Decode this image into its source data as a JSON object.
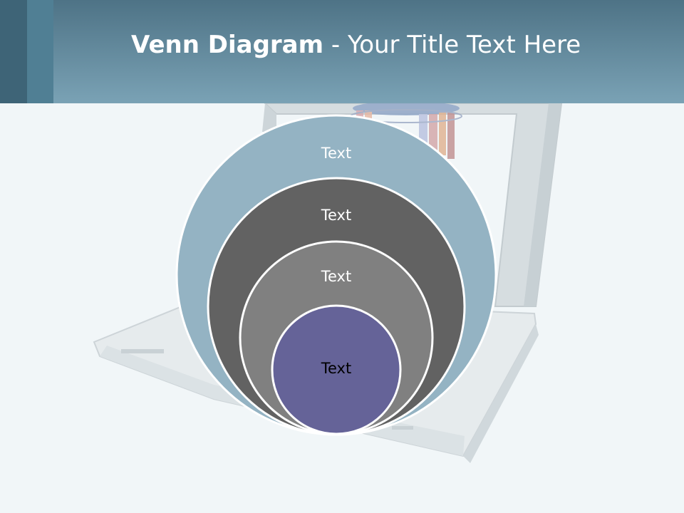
{
  "slide": {
    "title_bold": "Venn Diagram",
    "title_rest": " - Your Title Text Here"
  },
  "diagram": {
    "circles": [
      {
        "label": "Text",
        "color": "#94b3c3",
        "text_color": "#ffffff"
      },
      {
        "label": "Text",
        "color": "#626262",
        "text_color": "#ffffff"
      },
      {
        "label": "Text",
        "color": "#808080",
        "text_color": "#ffffff"
      },
      {
        "label": "Text",
        "color": "#656398",
        "text_color": "#000000"
      }
    ]
  }
}
